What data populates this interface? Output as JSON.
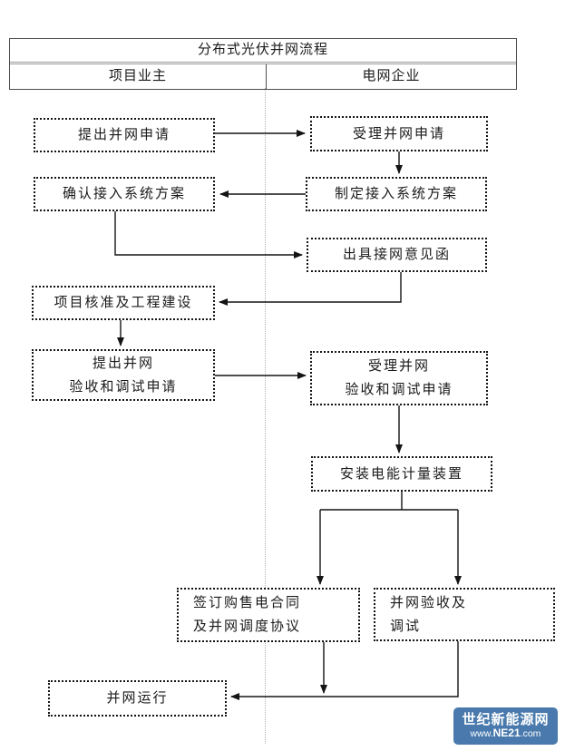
{
  "header": {
    "title": "分布式光伏并网流程",
    "columns": [
      "项目业主",
      "电网企业"
    ]
  },
  "nodes": {
    "apply": "提出并网申请",
    "accept": "受理并网申请",
    "confirm_plan": "确认接入系统方案",
    "make_plan": "制定接入系统方案",
    "issue_letter": "出具接网意见函",
    "approve_build": "项目核准及工程建设",
    "apply_test": "提出并网\n验收和调试申请",
    "accept_test": "受理并网\n验收和调试申请",
    "install_meter": "安装电能计量装置",
    "sign_contract": "签订购售电合同\n及并网调度协议",
    "acceptance_test": "并网验收及\n调试",
    "operation": "并网运行"
  },
  "watermark": {
    "name": "世纪新能源网",
    "url_prefix": "www.",
    "url_domain": "NE21",
    "url_suffix": ".com",
    "bg_color": "#4a7aad",
    "text_color": "#ffffff"
  },
  "style": {
    "box_border_color": "#141414",
    "connector_color": "#141414",
    "lane_divider_color": "#b0b0b0"
  }
}
